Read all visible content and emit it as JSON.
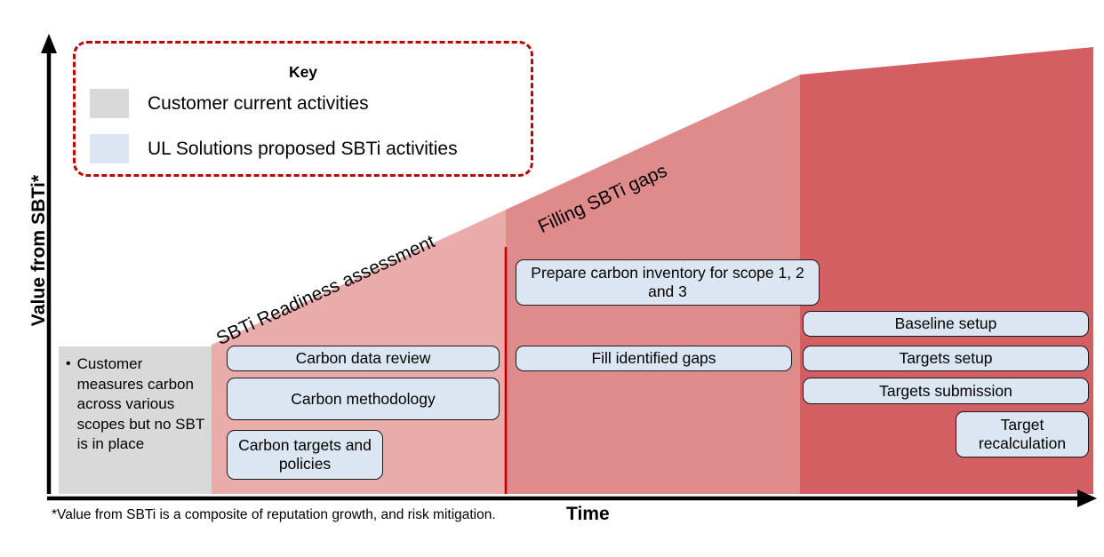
{
  "axes": {
    "y_label": "Value from SBTi*",
    "x_label": "Time"
  },
  "footnote": "*Value from SBTi is a composite of reputation growth, and risk mitigation.",
  "key": {
    "title": "Key",
    "items": [
      {
        "label": "Customer current activities",
        "color": "#d9d9d9"
      },
      {
        "label": "UL Solutions proposed SBTi activities",
        "color": "#dce6f2"
      }
    ]
  },
  "customer_block": {
    "bullet": "•",
    "text": "Customer measures carbon across various scopes but no SBT is in place",
    "color": "#d9d9d9"
  },
  "phase_labels": [
    {
      "name": "readiness",
      "text": "SBTi Readiness assessment"
    },
    {
      "name": "gaps",
      "text": "Filling SBTi gaps"
    }
  ],
  "bands": {
    "light": "#eaabab",
    "mid": "#e08b8b",
    "dark": "#d45f63",
    "divider": "#c00000"
  },
  "activities": {
    "stage1": [
      {
        "label": "Carbon data review"
      },
      {
        "label": "Carbon methodology"
      },
      {
        "label": "Carbon targets and policies"
      }
    ],
    "stage2": [
      {
        "label": "Prepare carbon inventory for scope 1, 2 and 3"
      },
      {
        "label": "Fill identified gaps"
      }
    ],
    "stage3": [
      {
        "label": "Baseline setup"
      },
      {
        "label": "Targets setup"
      },
      {
        "label": "Targets submission"
      },
      {
        "label": "Target recalculation"
      }
    ]
  }
}
